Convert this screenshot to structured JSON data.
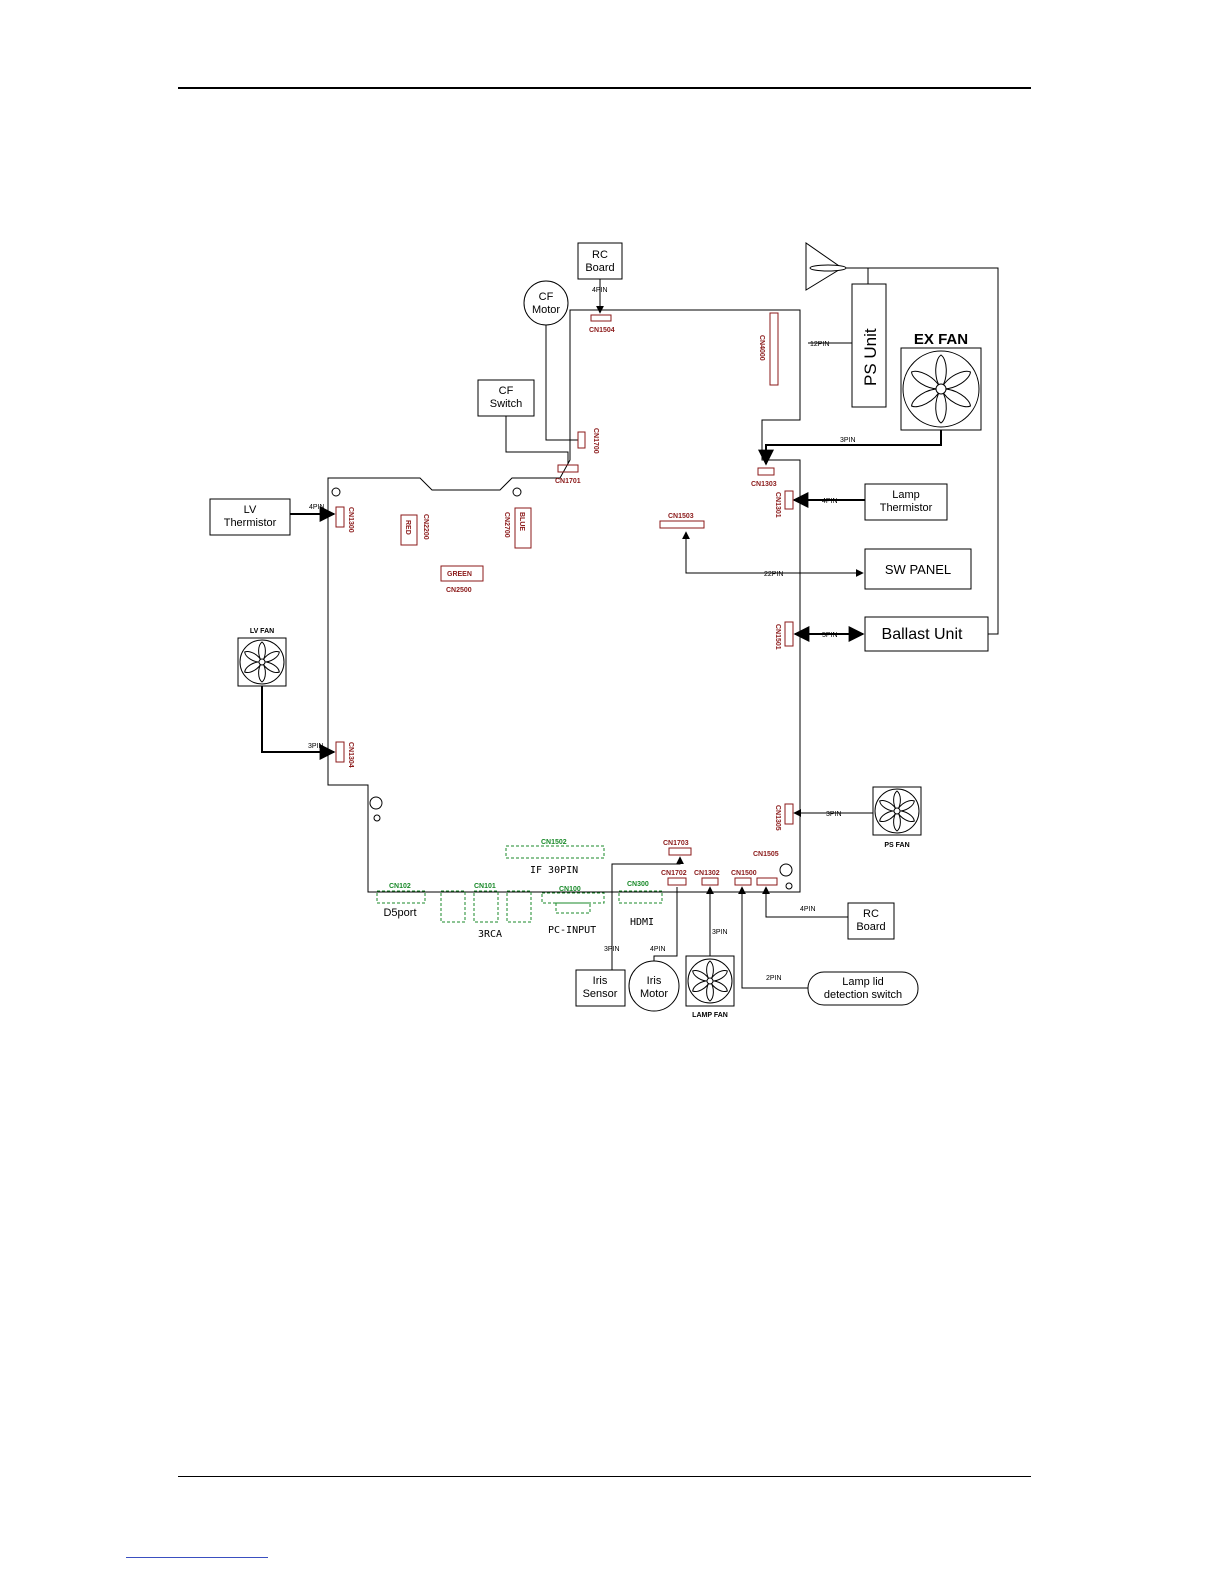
{
  "nodes": {
    "rc_board_top": [
      "RC",
      "Board"
    ],
    "cf_motor": [
      "CF",
      "Motor"
    ],
    "cf_switch": [
      "CF",
      "Switch"
    ],
    "lv_thermistor": [
      "LV",
      "Thermistor"
    ],
    "lv_fan": "LV FAN",
    "ps_unit": "PS Unit",
    "ex_fan": "EX FAN",
    "lamp_thermistor": [
      "Lamp",
      "Thermistor"
    ],
    "sw_panel": "SW PANEL",
    "ballast_unit": "Ballast Unit",
    "ps_fan": "PS FAN",
    "rc_board_bottom": [
      "RC",
      "Board"
    ],
    "lamp_lid_switch": [
      "Lamp lid",
      "detection switch"
    ],
    "iris_sensor": [
      "Iris",
      "Sensor"
    ],
    "iris_motor": [
      "Iris",
      "Motor"
    ],
    "lamp_fan": "LAMP FAN"
  },
  "connectors": {
    "cn1504": "CN1504",
    "cn4000": "CN4000",
    "cn1700": "CN1700",
    "cn1701": "CN1701",
    "cn1303": "CN1303",
    "cn1300": "CN1300",
    "cn2200": "CN2200",
    "cn2700": "CN2700",
    "cn2500": "CN2500",
    "cn1503": "CN1503",
    "cn1301": "CN1301",
    "cn1501": "CN1501",
    "cn1304": "CN1304",
    "cn1305": "CN1305",
    "cn1703": "CN1703",
    "cn1702": "CN1702",
    "cn1302": "CN1302",
    "cn1500": "CN1500",
    "cn1505": "CN1505",
    "cn1502": "CN1502",
    "cn102": "CN102",
    "cn101": "CN101",
    "cn100": "CN100",
    "cn300": "CN300"
  },
  "pins": {
    "rc_top": "4PIN",
    "ps_unit": "12PIN",
    "ex_fan": "3PIN",
    "lv_thermistor": "4PIN",
    "lamp_thermistor": "4PIN",
    "sw_panel": "22PIN",
    "ballast": "5PIN",
    "lv_fan": "3PIN",
    "ps_fan": "3PIN",
    "rc_bottom": "4PIN",
    "lamp_lid": "2PIN",
    "lamp_fan": "3PIN",
    "iris_sensor": "3PIN",
    "iris_motor": "4PIN"
  },
  "colors": {
    "red": "RED",
    "blue": "BLUE",
    "green": "GREEN"
  },
  "ports": {
    "if30pin": "IF  30PIN",
    "d5port": "D5port",
    "rca3": "3RCA",
    "pc_input": "PC-INPUT",
    "hdmi": "HDMI"
  },
  "palette": {
    "connector_red": "#8b1a1a",
    "connector_green": "#1a8a2a",
    "line": "#000000"
  }
}
